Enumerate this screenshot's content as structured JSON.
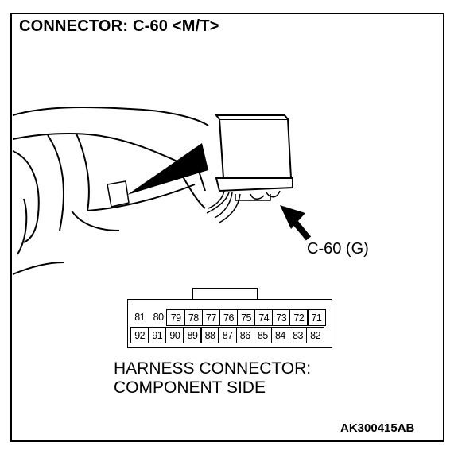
{
  "title": "CONNECTOR: C-60 <M/T>",
  "callout_label": "C-60 (G)",
  "caption": {
    "line1": "HARNESS CONNECTOR:",
    "line2": "COMPONENT SIDE"
  },
  "figure_code": "AK300415AB",
  "connector": {
    "row1": [
      "81",
      "80",
      "79",
      "78",
      "77",
      "76",
      "75",
      "74",
      "73",
      "72",
      "71"
    ],
    "row2": [
      "92",
      "91",
      "90",
      "89",
      "88",
      "87",
      "86",
      "85",
      "84",
      "83",
      "82"
    ]
  }
}
